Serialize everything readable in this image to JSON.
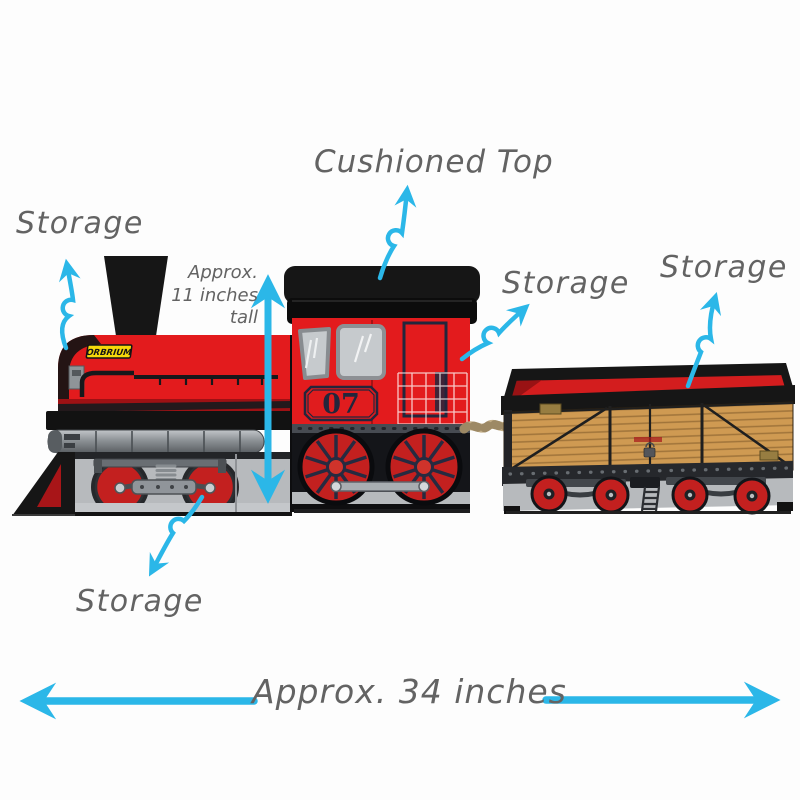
{
  "labels": {
    "storage_front": "Storage",
    "cushioned_top": "Cushioned Top",
    "storage_cab": "Storage",
    "storage_wagon": "Storage",
    "storage_bottom": "Storage",
    "height_note_line1": "Approx.",
    "height_note_line2": "11 inches",
    "height_note_line3": "tall",
    "width_note": "Approx. 34 inches"
  },
  "train": {
    "brand_label": "ORBRIUM",
    "cab_number": "07"
  },
  "colors": {
    "annotation_arrow": "#2bb7e8",
    "annotation_text": "#636363",
    "train_red": "#e31b1d",
    "train_black": "#161616",
    "cab_number_navy": "#23263c",
    "wagon_wood": "#cf9a52",
    "wagon_interior": "#d31d1e",
    "wheel_red": "#c3201f",
    "undercarriage_gray": "#b7babd",
    "rope_tan": "#c3ae88",
    "brand_yellow": "#f6d90a"
  }
}
